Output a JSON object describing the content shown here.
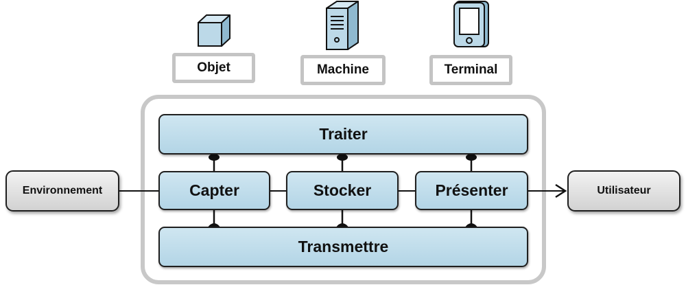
{
  "devices": [
    {
      "key": "objet",
      "label": "Objet",
      "icon": "cube-icon"
    },
    {
      "key": "machine",
      "label": "Machine",
      "icon": "server-icon"
    },
    {
      "key": "terminal",
      "label": "Terminal",
      "icon": "tablet-icon"
    }
  ],
  "blocks": {
    "traiter": "Traiter",
    "capter": "Capter",
    "stocker": "Stocker",
    "presenter": "Présenter",
    "transmettre": "Transmettre"
  },
  "external": {
    "environnement": "Environnement",
    "utilisateur": "Utilisateur"
  },
  "colors": {
    "block_fill": "#b9d9e9",
    "block_border": "#1f1f1f",
    "device_fill": "#bcd9e8",
    "frame": "#c8c8c8",
    "external_fill": "#dcdcdc"
  }
}
